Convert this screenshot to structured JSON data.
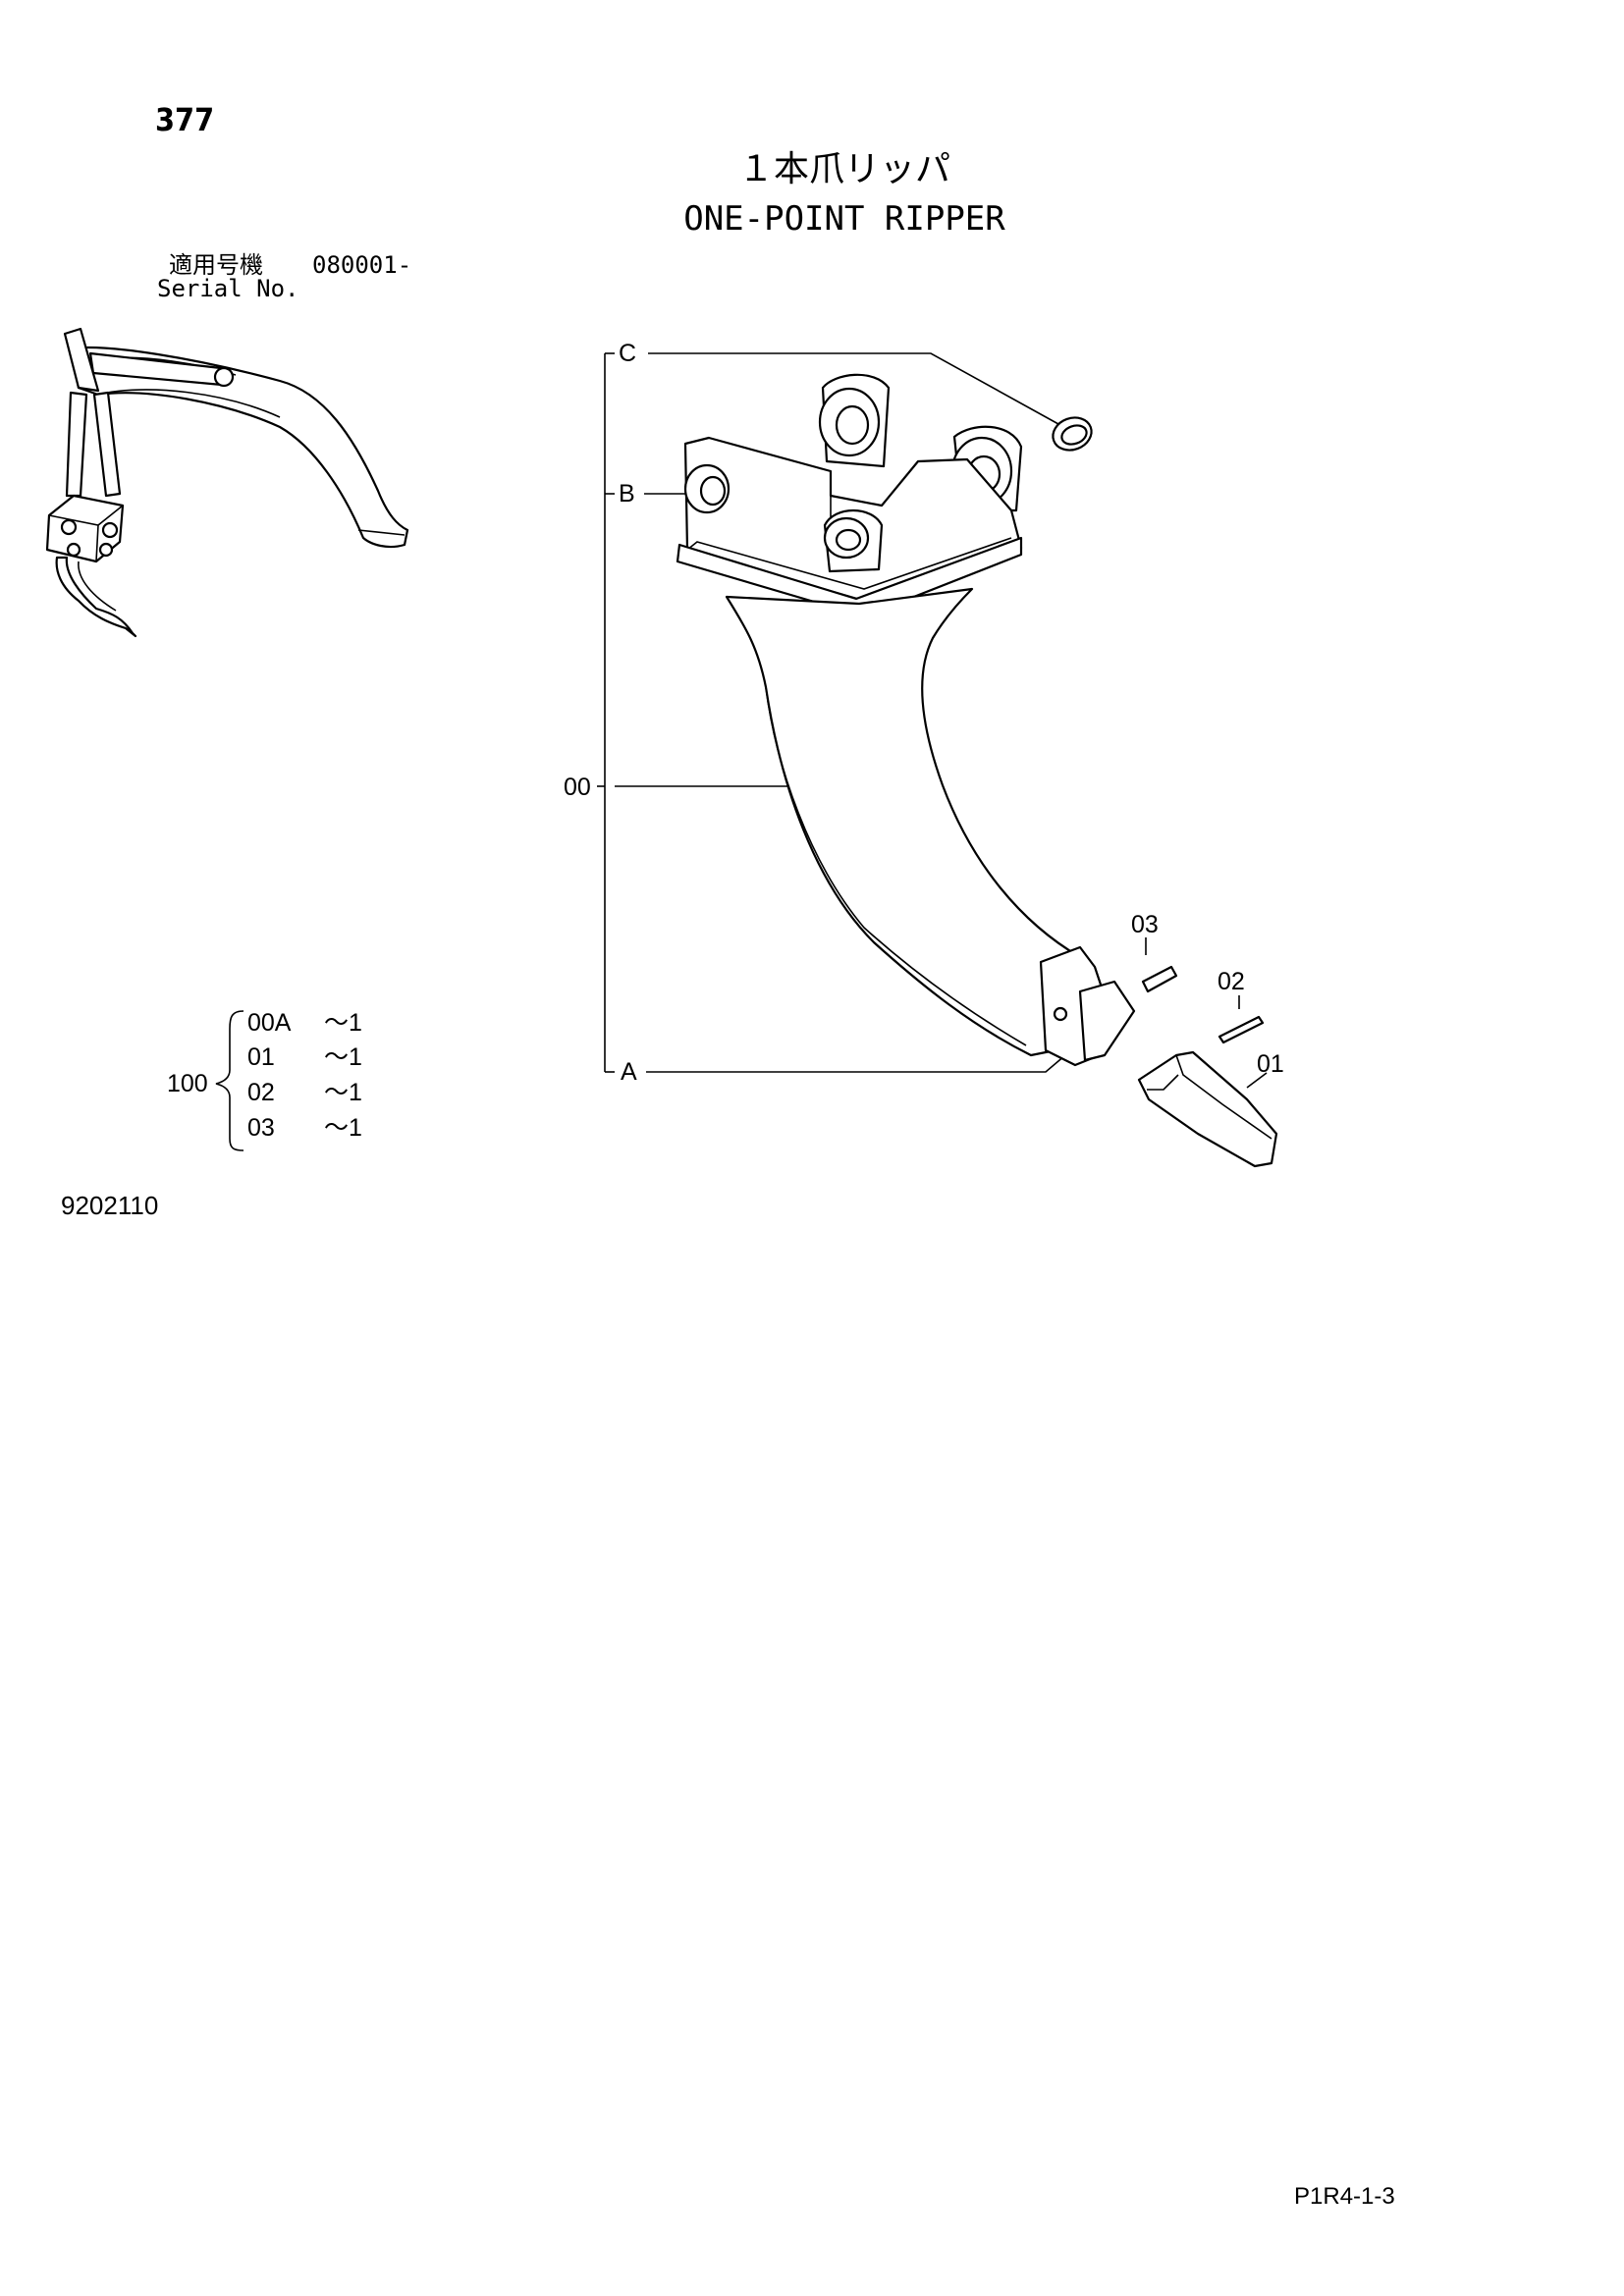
{
  "page": {
    "number": "377",
    "title_jp": "１本爪リッパ",
    "title_en": "ONE-POINT RIPPER",
    "serial_label_jp": "適用号機",
    "serial_number": "080001-",
    "serial_label_en": "Serial No.",
    "doc_number": "9202110",
    "page_code": "P1R4-1-3"
  },
  "callouts": {
    "c": "C",
    "b": "B",
    "main": "00",
    "a": "A",
    "p03": "03",
    "p02": "02",
    "p01": "01"
  },
  "assembly": {
    "code": "100",
    "items": [
      {
        "part": "00A",
        "qty": "～1"
      },
      {
        "part": "01",
        "qty": "～1"
      },
      {
        "part": "02",
        "qty": "～1"
      },
      {
        "part": "03",
        "qty": "～1"
      }
    ]
  }
}
